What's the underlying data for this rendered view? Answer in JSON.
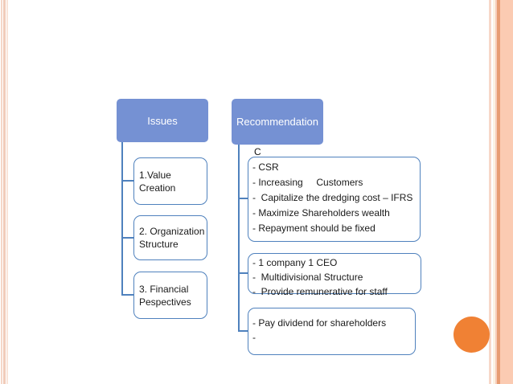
{
  "slide": {
    "background": "#ffffff",
    "decorations": {
      "orange_circle_color": "#F08134",
      "right_band_color": "#FBCBB2",
      "right_stripe_dark_color": "#E79C72",
      "left_stripe_colors": [
        "#F5D7C8",
        "#F1CCBA",
        "#F9E4D9"
      ]
    }
  },
  "diagram": {
    "colors": {
      "header_fill": "#7591D3",
      "box_border": "#4F81BD",
      "connector": "#4F81BD",
      "header_text": "#ffffff",
      "body_text": "#1a1a1a"
    },
    "issues": {
      "header": "Issues",
      "items": [
        {
          "text": "1.Value\nCreation"
        },
        {
          "text": "2. Organization\nStructure"
        },
        {
          "text": "3. Financial\nPespectives"
        }
      ]
    },
    "recommendation": {
      "header": "Recommendation",
      "stray_label": "C",
      "items": [
        {
          "text": "- CSR\n- Increasing     Customers\n-  Capitalize the dredging cost – IFRS\n- Maximize Shareholders wealth\n- Repayment should be fixed"
        },
        {
          "text": "- 1 company 1 CEO\n-  Multidivisional Structure\n-  Provide remunerative for staff"
        },
        {
          "text": "- Pay dividend for shareholders\n-"
        }
      ]
    }
  }
}
